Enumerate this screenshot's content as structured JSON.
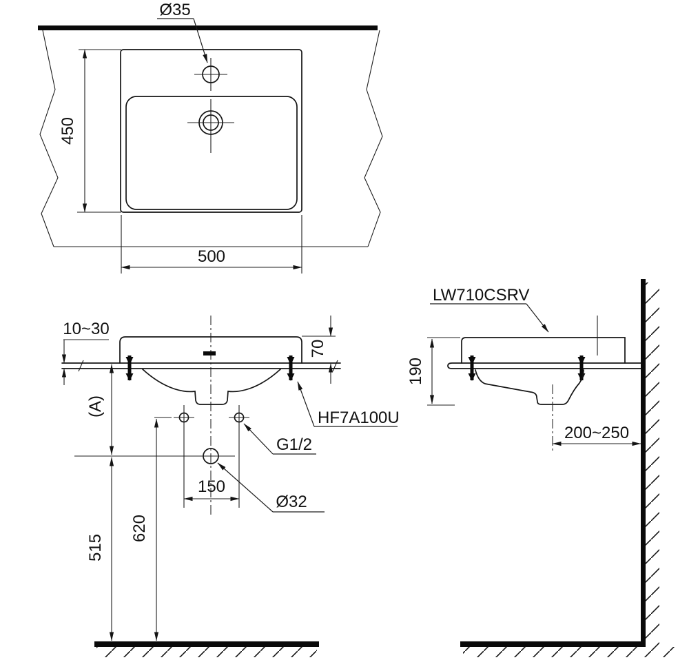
{
  "title": "LW710CSRV wash basin installation dimension drawing",
  "colors": {
    "line": "#141414",
    "background": "#ffffff"
  },
  "top_view": {
    "faucet_hole_diameter": "Ø35",
    "basin_depth": "450",
    "basin_width": "500"
  },
  "front_view": {
    "counter_thickness_range": "10~30",
    "rim_height_above_counter": "70",
    "counter_to_drain_distance": "(A)",
    "fixing_bracket_code": "HF7A100U",
    "supply_connection": "G1/2",
    "drain_diameter": "Ø32",
    "faucet_hole_spacing": "150",
    "drain_center_height_from_floor": "515",
    "supply_center_height_from_floor": "620"
  },
  "side_view": {
    "model_code": "LW710CSRV",
    "basin_height": "190",
    "wall_to_drain_range": "200~250"
  }
}
